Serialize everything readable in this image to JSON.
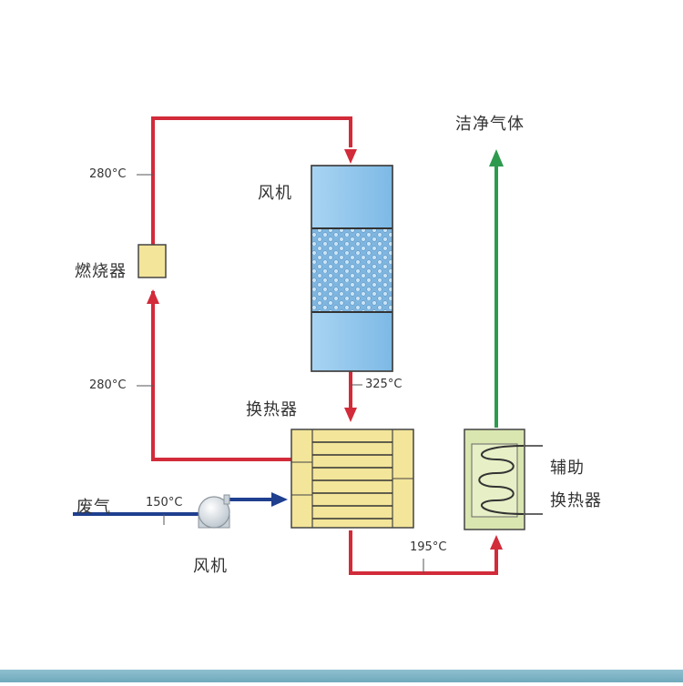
{
  "labels": {
    "clean_gas": "洁净气体",
    "fan_top": "风机",
    "burner": "燃烧器",
    "heat_exchanger": "换热器",
    "aux_line1": "辅助",
    "aux_line2": "换热器",
    "waste_gas": "废气",
    "fan_bottom": "风机"
  },
  "temperatures": {
    "burner_outlet": "280°C",
    "burner_inlet": "280°C",
    "reactor_outlet": "325°C",
    "waste_inlet": "150°C",
    "exchanger_outlet": "195°C"
  },
  "colors": {
    "hot_flow": "#d22b3a",
    "clean_flow": "#2e9a4e",
    "inlet_flow": "#1f3f8f",
    "reactor_fill": "#8ec6ec",
    "exchanger_fill": "#f3e59a",
    "aux_fill": "#d9e6b0"
  }
}
